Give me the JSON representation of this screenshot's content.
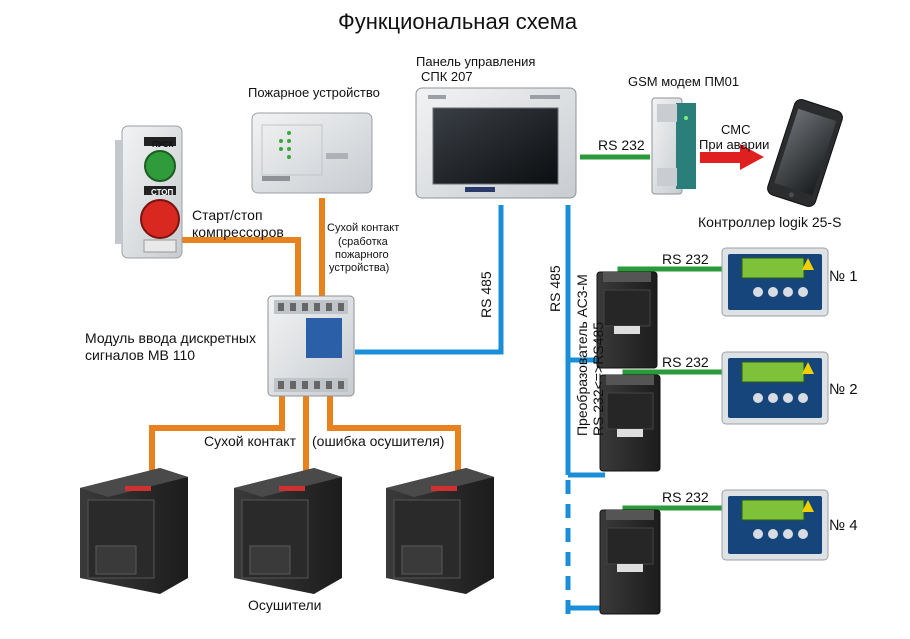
{
  "title": "Функциональная схема",
  "colors": {
    "power_wire": "#e8821e",
    "rs485_wire": "#1a8fd8",
    "rs232_wire": "#2a9a3a",
    "alarm_arrow": "#e02020",
    "device_gray": "#d9dde0",
    "device_dark": "#2f2f2f",
    "controller_panel": "#15457a",
    "lcd_green": "#7fc23a"
  },
  "labels": {
    "panel": "Панель управления",
    "panel_model": "СПК 207",
    "gsm": "GSM модем ПМ01",
    "sms": "СМС",
    "sms_note": "При аварии",
    "fire_device": "Пожарное устройство",
    "start_stop": "Старт/стоп",
    "start_stop_2": "компрессоров",
    "dry_contact_fire_1": "Сухой контакт",
    "dry_contact_fire_2": "(сработка",
    "dry_contact_fire_3": "пожарного",
    "dry_contact_fire_4": "устройства)",
    "module": "Модуль ввода дискретных",
    "module_2": "сигналов МВ 110",
    "dry_contact": "Сухой контакт",
    "dryer_error": "(ошибка осушителя)",
    "dryers": "Осушители",
    "controller": "Контроллер logik 25-S",
    "rs232": "RS 232",
    "rs485": "RS 485",
    "converter_1": "Преобразователь АС3-М",
    "converter_2": "RS 232<=>RS485",
    "num_1": "№ 1",
    "num_2": "№ 2",
    "num_4": "№ 4",
    "button_start": "ПУСК",
    "button_stop": "СТОП"
  }
}
